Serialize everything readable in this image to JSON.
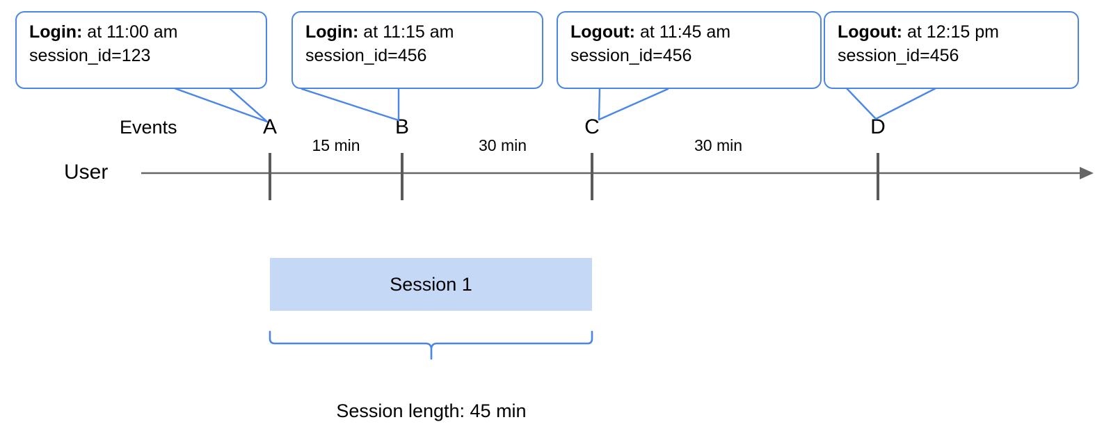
{
  "diagram": {
    "title_row_labels": {
      "events": "Events",
      "user": "User"
    },
    "callouts": [
      {
        "label": "Login:",
        "time_text": " at 11:00 am",
        "session_text": "session_id=123",
        "target": "A"
      },
      {
        "label": "Login:",
        "time_text": " at 11:15 am",
        "session_text": "session_id=456",
        "target": "B"
      },
      {
        "label": "Logout:",
        "time_text": " at 11:45 am",
        "session_text": "session_id=456",
        "target": "C"
      },
      {
        "label": "Logout:",
        "time_text": " at 12:15 pm",
        "session_text": "session_id=456",
        "target": "D"
      }
    ],
    "markers": [
      "A",
      "B",
      "C",
      "D"
    ],
    "gaps": [
      "15 min",
      "30 min",
      "30 min"
    ],
    "session": {
      "bar_label": "Session 1",
      "caption": "Session length: 45 min"
    },
    "colors": {
      "callout_border": "#4a86e8",
      "brace": "#4a86e8",
      "session_fill": "#c5d9f7",
      "axis": "#666666",
      "tick": "#5a5a5a",
      "text": "#000000"
    }
  }
}
